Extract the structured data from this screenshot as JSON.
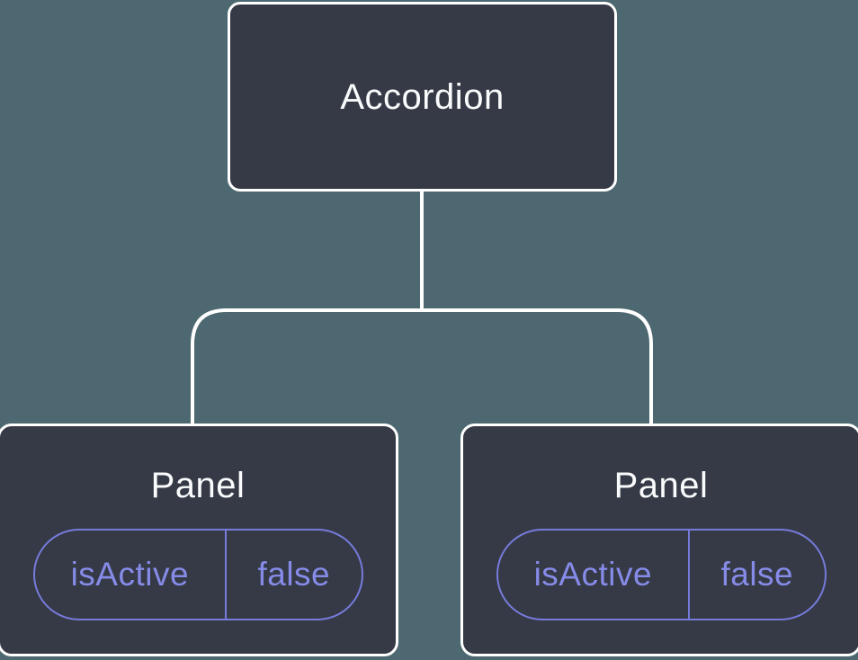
{
  "diagram": {
    "root": {
      "label": "Accordion"
    },
    "panels": [
      {
        "label": "Panel",
        "state": {
          "key": "isActive",
          "value": "false"
        }
      },
      {
        "label": "Panel",
        "state": {
          "key": "isActive",
          "value": "false"
        }
      }
    ],
    "colors": {
      "background": "#4d6870",
      "node_fill": "#353a46",
      "node_border": "#ffffff",
      "connector": "#ffffff",
      "state_accent": "#8187e6"
    }
  }
}
